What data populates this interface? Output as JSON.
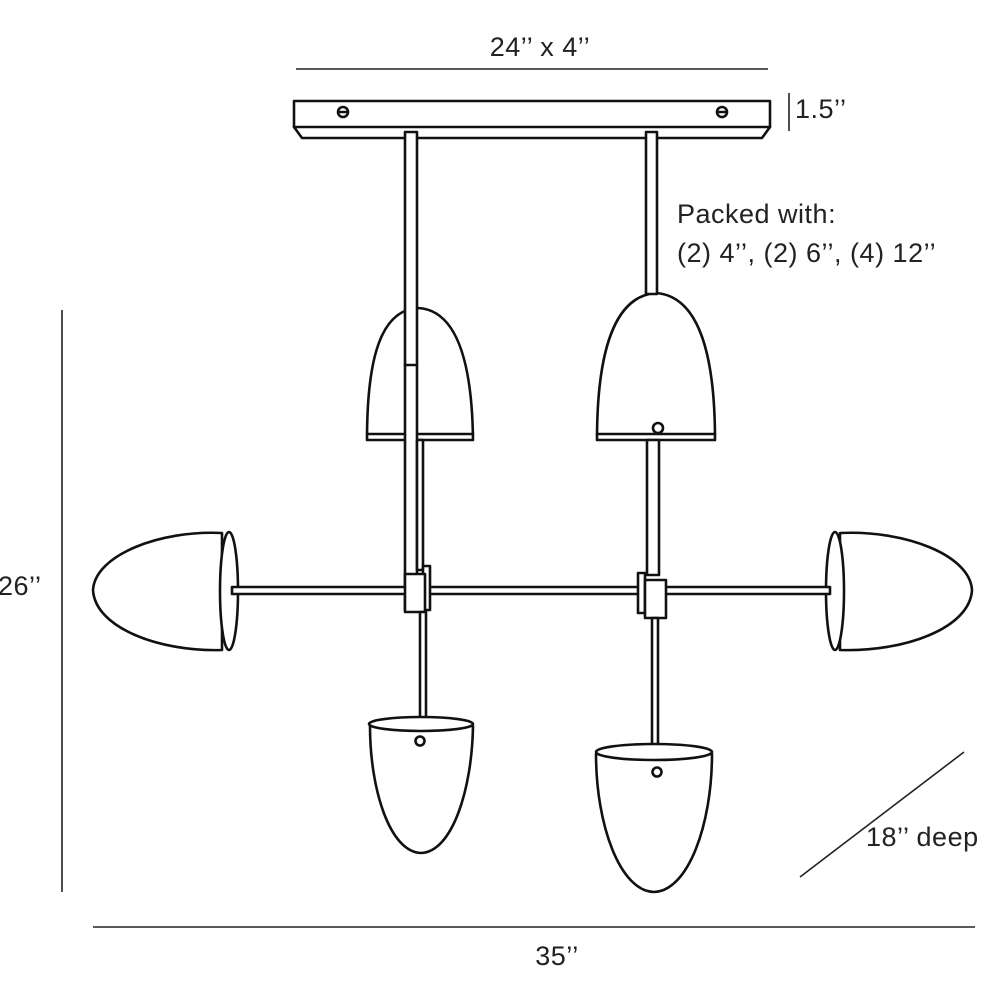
{
  "dimensions": {
    "canopy": "24’’ x 4’’",
    "canopy_height": "1.5’’",
    "height": "26’’",
    "width": "35’’",
    "depth": "18’’ deep"
  },
  "notes": {
    "packed_line1": "Packed with:",
    "packed_line2": "(2) 4’’, (2) 6’’, (4) 12’’"
  },
  "colors": {
    "line": "#111111",
    "background": "#ffffff"
  }
}
